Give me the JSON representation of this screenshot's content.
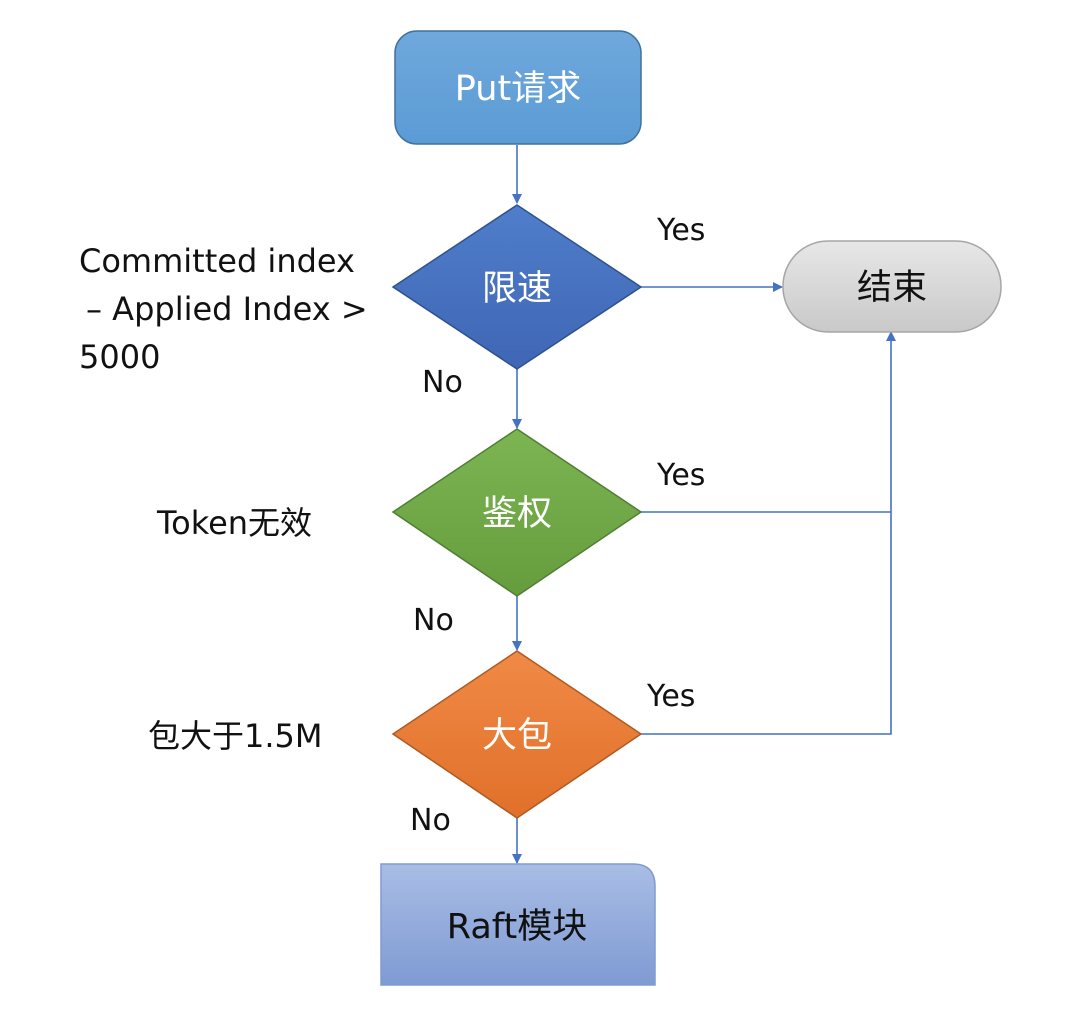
{
  "nodes": {
    "start": {
      "label": "Put请求",
      "color": "#5B9BD5"
    },
    "rate_limit": {
      "label": "限速",
      "color": "#4472C4"
    },
    "auth": {
      "label": "鉴权",
      "color": "#70AD47"
    },
    "big_packet": {
      "label": "大包",
      "color": "#ED7D31"
    },
    "end": {
      "label": "结束",
      "color": "#D9D9D9"
    },
    "raft": {
      "label": "Raft模块",
      "color": "#8EA9DB"
    }
  },
  "conditions": {
    "rate_limit": [
      "Committed index",
      "– Applied Index >",
      "5000"
    ],
    "auth": "Token无效",
    "big_packet": "包大于1.5M"
  },
  "edge_labels": {
    "rate_limit_yes": "Yes",
    "rate_limit_no": "No",
    "auth_yes": "Yes",
    "auth_no": "No",
    "big_packet_yes": "Yes",
    "big_packet_no": "No"
  }
}
